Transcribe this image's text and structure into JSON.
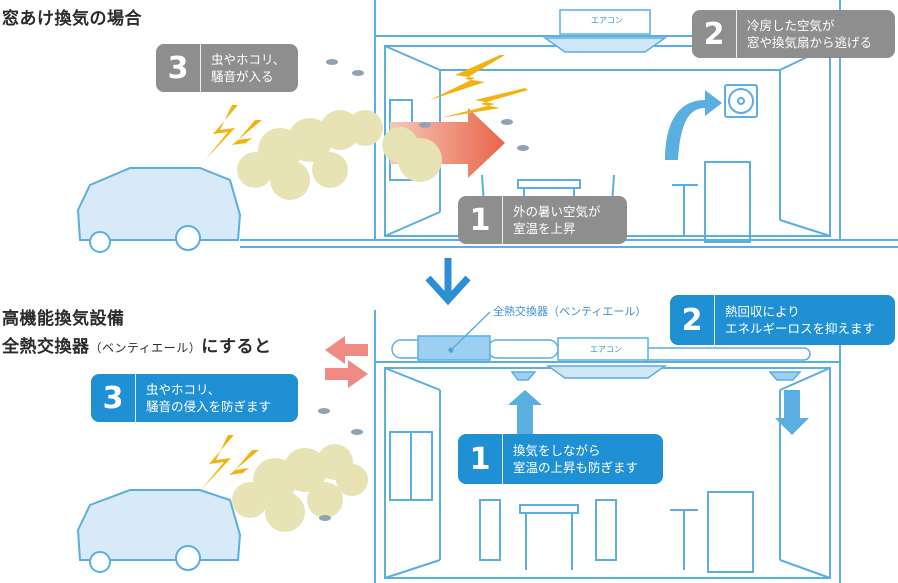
{
  "top_section": {
    "title": "窓あけ換気の場合",
    "aircon_label": "エアコン",
    "callouts": [
      {
        "number": "1",
        "line1": "外の暑い空気が",
        "line2": "室温を上昇"
      },
      {
        "number": "2",
        "line1": "冷房した空気が",
        "line2": "窓や換気扇から逃げる"
      },
      {
        "number": "3",
        "line1": "虫やホコリ、",
        "line2": "騒音が入る"
      }
    ]
  },
  "bottom_section": {
    "title_line1": "高機能換気設備",
    "title_line2_main": "全熱交換器",
    "title_line2_paren": "（ベンティエール）",
    "title_line2_end": "にすると",
    "device_label": "全熱交換器（ベンティエール）",
    "aircon_label": "エアコン",
    "callouts": [
      {
        "number": "1",
        "line1": "換気をしながら",
        "line2": "室温の上昇も防ぎます"
      },
      {
        "number": "2",
        "line1": "熱回収により",
        "line2": "エネルギーロスを抑えます"
      },
      {
        "number": "3",
        "line1": "虫やホコリ、",
        "line2": "騒音の侵入を防ぎます"
      }
    ]
  },
  "colors": {
    "line_blue": "#5aaee0",
    "callout_gray": "#8e8e8e",
    "callout_blue": "#1f90d3",
    "hot_arrow": "#e8644a",
    "exchange_arrow": "#ef8a84",
    "dust": "#e8e3b4",
    "lightning": "#f3b20f",
    "transition_arrow": "#2f8fd6"
  }
}
